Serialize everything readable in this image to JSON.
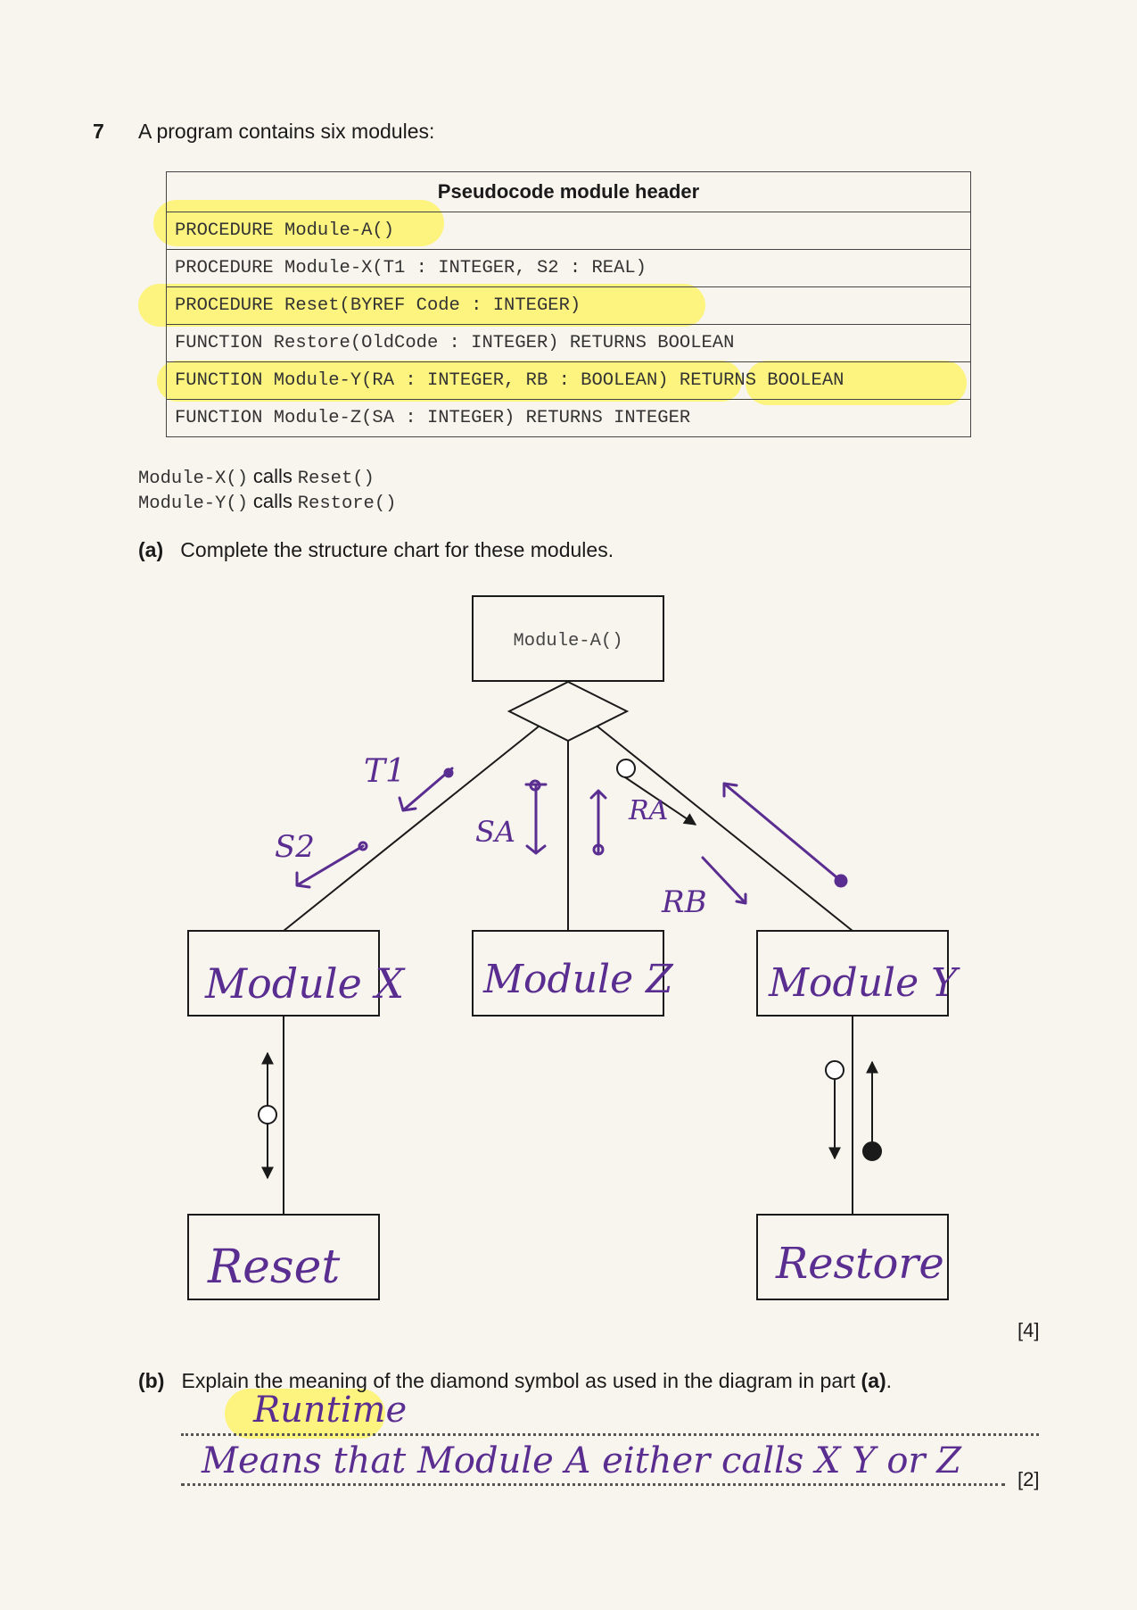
{
  "question": {
    "number": "7",
    "intro": "A program contains six modules:",
    "table_header": "Pseudocode module header",
    "rows": [
      "PROCEDURE Module-A()",
      "PROCEDURE Module-X(T1 : INTEGER, S2 : REAL)",
      "PROCEDURE Reset(BYREF Code : INTEGER)",
      "FUNCTION Restore(OldCode : INTEGER) RETURNS BOOLEAN",
      "FUNCTION Module-Y(RA : INTEGER, RB : BOOLEAN) RETURNS BOOLEAN",
      "FUNCTION Module-Z(SA : INTEGER) RETURNS INTEGER"
    ],
    "calls": [
      {
        "caller": "Module-X()",
        "word": "calls",
        "callee": "Reset()"
      },
      {
        "caller": "Module-Y()",
        "word": "calls",
        "callee": "Restore()"
      }
    ],
    "part_a": {
      "label": "(a)",
      "text": "Complete the structure chart for these modules.",
      "marks": "[4]"
    },
    "part_b": {
      "label": "(b)",
      "text_before": "Explain the meaning of the diamond symbol as used in the diagram in part ",
      "ref": "(a)",
      "text_after": ".",
      "marks": "[2]"
    }
  },
  "chart": {
    "top_module": "Module-A()",
    "handwritten_modules": {
      "x": "Module X",
      "z": "Module Z",
      "y": "Module Y",
      "reset": "Reset",
      "restore": "Restore"
    },
    "param_labels": {
      "t1": "T1",
      "s2": "S2",
      "sa": "SA",
      "ra": "RA",
      "rb": "RB"
    }
  },
  "answer_b": {
    "line1": "Runtime",
    "line2": "Means that Module A either calls X Y or Z"
  },
  "colors": {
    "ink": "#5a2d91",
    "highlight": "#fff35a",
    "print": "#1a1a1a"
  }
}
